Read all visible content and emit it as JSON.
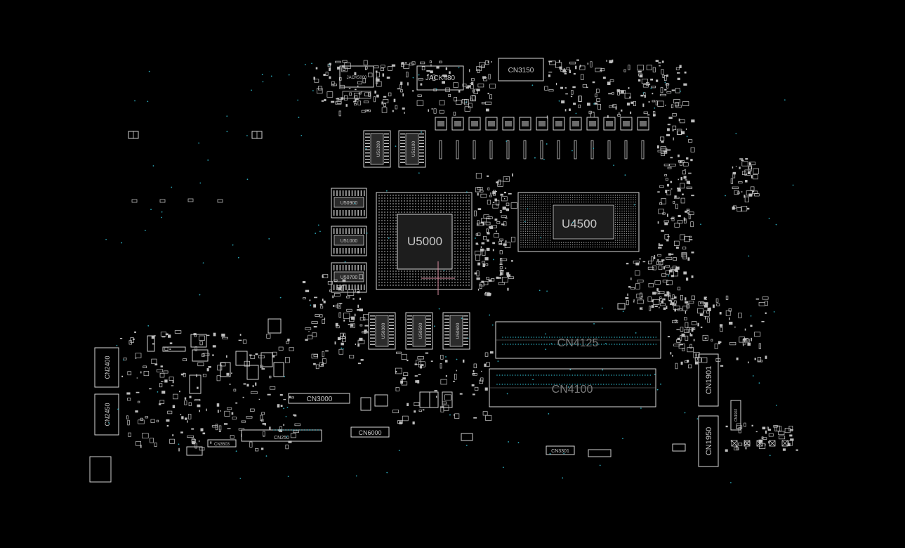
{
  "components": {
    "gpu": "U5000",
    "cpu": "U4500",
    "mem_left_1": "U51200",
    "mem_left_2": "U51100",
    "mem_side_1": "U50900",
    "mem_side_2": "U51000",
    "mem_side_3": "U50700",
    "mem_bottom_1": "U50300",
    "mem_bottom_2": "U50500",
    "mem_bottom_3": "U50600",
    "jack_a": "JACK5000",
    "jack_b": "JACK480",
    "cn3150": "CN3150",
    "cn4125": "CN4125",
    "cn4100": "CN4100",
    "cn3000": "CN3000",
    "cn6000": "CN6000",
    "cn250": "CN250",
    "cn3503": "CN3503",
    "cn2400": "CN2400",
    "cn2450": "CN2450",
    "cn1901": "CN1901",
    "cn1950": "CN1950",
    "cn1902": "CN1902",
    "cn3301": "CN3301"
  },
  "colors": {
    "background": "#000000",
    "outline": "#d8d8d8",
    "via": "#2aa3b3",
    "cursor": "#d98ca0"
  }
}
